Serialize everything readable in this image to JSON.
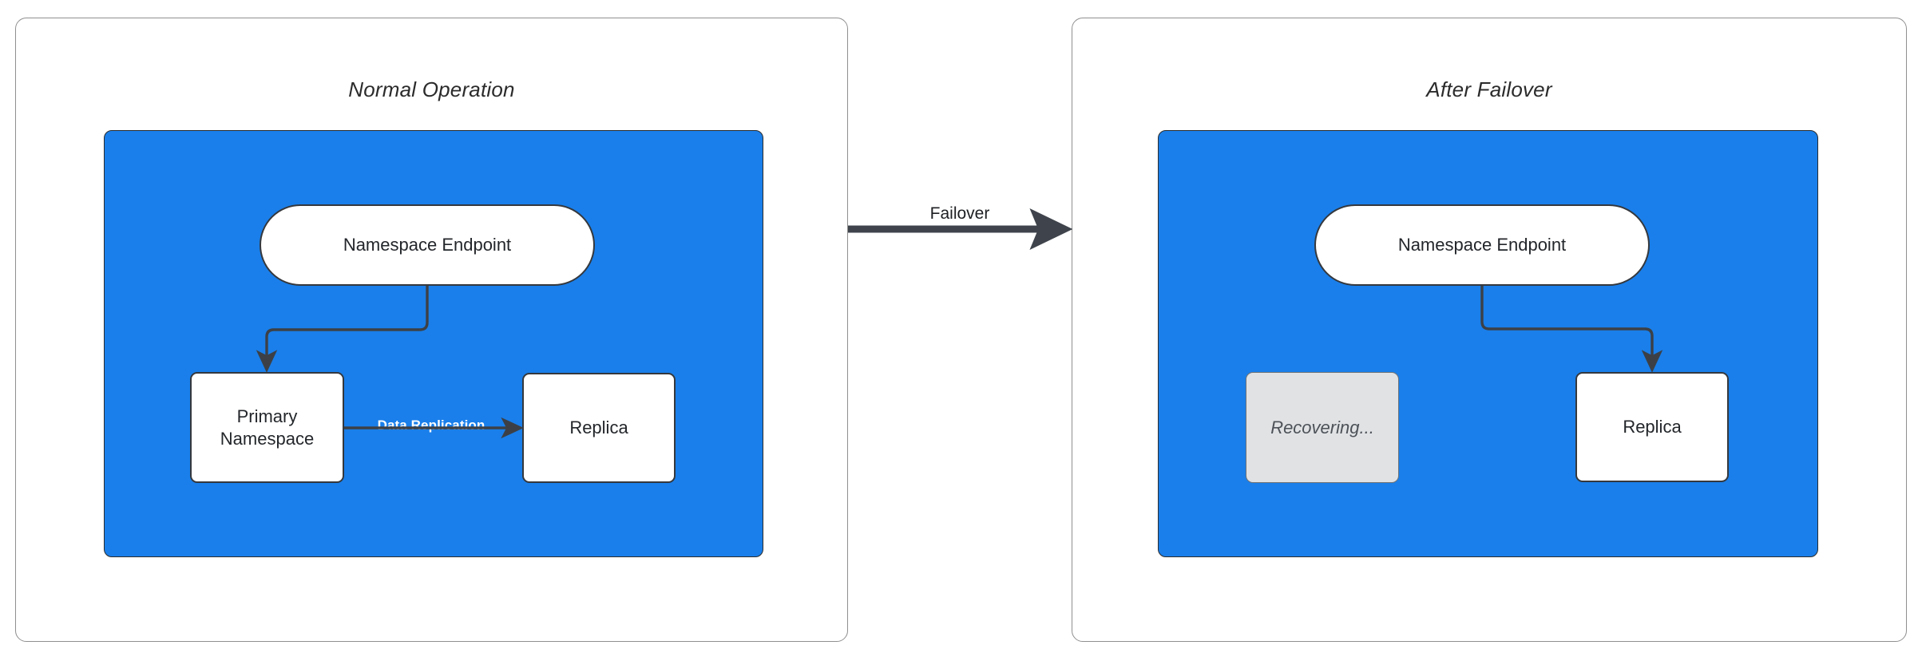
{
  "diagram": {
    "title_left": "Normal Operation",
    "title_right": "After Failover",
    "transition_label": "Failover",
    "colors": {
      "zone_fill": "#1a7fea",
      "node_fill": "#ffffff",
      "muted_fill": "#e0e2e4",
      "stroke": "#35383d",
      "panel_border": "#8f8f8f",
      "label_on_blue": "#ffffff"
    }
  },
  "panels": [
    {
      "id": "normal-operation",
      "title": "Normal Operation",
      "nodes": [
        {
          "id": "endpoint",
          "label": "Namespace Endpoint",
          "shape": "pill",
          "state": "active"
        },
        {
          "id": "primary",
          "label": "Primary\nNamespace",
          "line1": "Primary",
          "line2": "Namespace",
          "shape": "rect",
          "state": "active"
        },
        {
          "id": "replica",
          "label": "Replica",
          "shape": "rect",
          "state": "active"
        }
      ],
      "edges": [
        {
          "from": "endpoint",
          "to": "primary",
          "label": ""
        },
        {
          "from": "primary",
          "to": "replica",
          "label": "Data Replication"
        }
      ]
    },
    {
      "id": "after-failover",
      "title": "After Failover",
      "nodes": [
        {
          "id": "endpoint",
          "label": "Namespace Endpoint",
          "shape": "pill",
          "state": "active"
        },
        {
          "id": "recovering",
          "label": "Recovering...",
          "shape": "rect",
          "state": "recovering"
        },
        {
          "id": "replica",
          "label": "Replica",
          "shape": "rect",
          "state": "active"
        }
      ],
      "edges": [
        {
          "from": "endpoint",
          "to": "replica",
          "label": ""
        }
      ]
    }
  ]
}
